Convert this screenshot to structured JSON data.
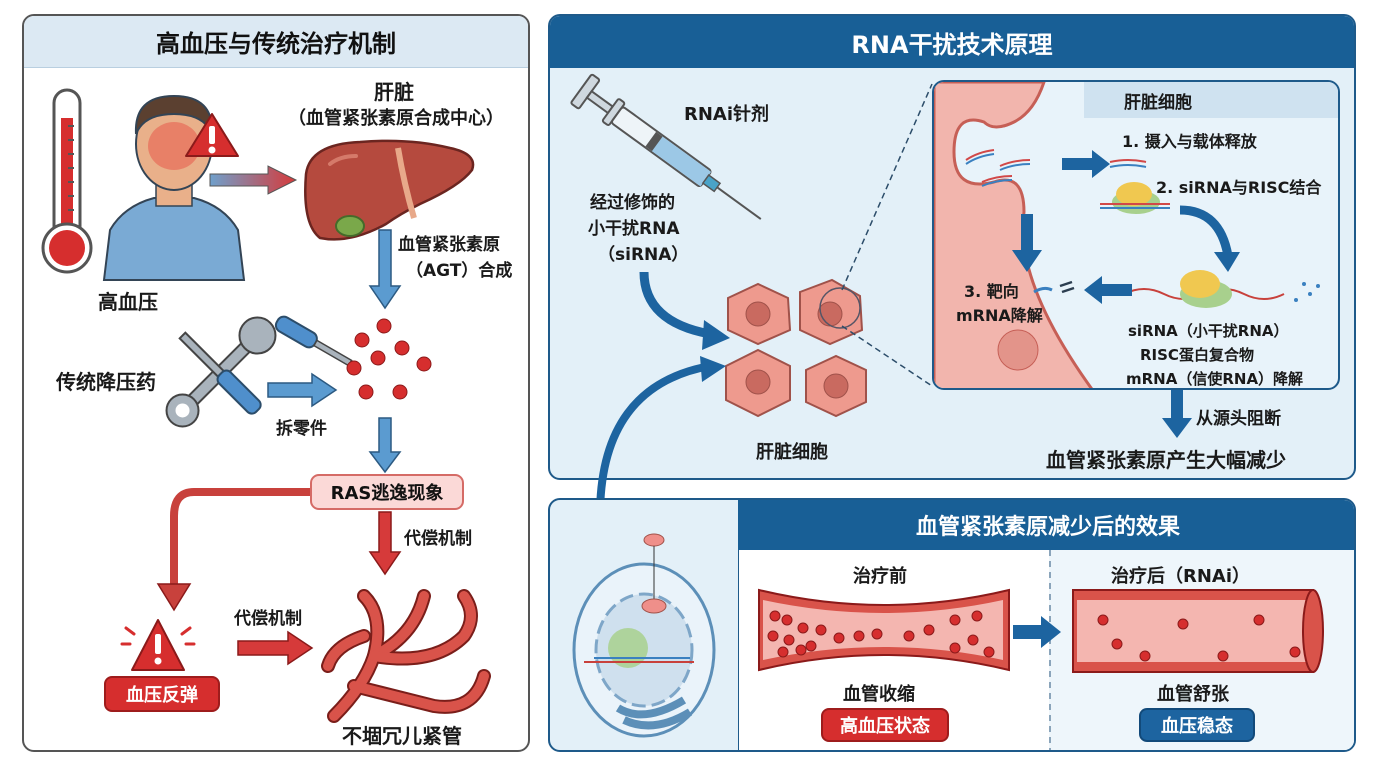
{
  "left_panel": {
    "title": "高血压与传统治疗机制",
    "hypertension_label": "高血压",
    "liver_title": "肝脏",
    "liver_subtitle": "（血管紧张素原合成中心）",
    "agt_line1": "血管紧张素原",
    "agt_line2": "（AGT）合成",
    "drug_label": "传统降压药",
    "dismantle_label": "拆零件",
    "ras_escape_label": "RAS逃逸现象",
    "compensation_label_1": "代偿机制",
    "compensation_label_2": "代偿机制",
    "rebound_label": "血压反弹",
    "vessel_label": "不堌冗儿紧管"
  },
  "rna_panel": {
    "title": "RNA干扰技术原理",
    "injection_label": "RNAi针剂",
    "sirna_line1": "经过修饰的",
    "sirna_line2": "小干扰RNA",
    "sirna_line3": "（siRNA）",
    "hepatocyte_label": "肝脏细胞",
    "cell_box": {
      "title": "肝脏细胞",
      "step1": "1. 摄入与载体释放",
      "step2": "2. siRNA与RISC结合",
      "step3_line1": "3. 靶向",
      "step3_line2": "mRNA降解",
      "legend1": "siRNA（小干扰RNA）",
      "legend2": "RISC蛋白复合物",
      "legend3": "mRNA（信使RNA）降解"
    },
    "block_label": "从源头阻断",
    "result_label": "血管紧张素原产生大幅减少"
  },
  "effect_panel": {
    "title": "血管紧张素原减少后的效果",
    "before_title": "治疗前",
    "before_state": "血管收缩",
    "before_badge": "高血压状态",
    "after_title": "治疗后（RNAi）",
    "after_state": "血管舒张",
    "after_badge": "血压稳态"
  },
  "colors": {
    "navy": "#185f96",
    "light_blue": "#e3f0f8",
    "red": "#d62e2e",
    "pink": "#f2aaa4"
  }
}
